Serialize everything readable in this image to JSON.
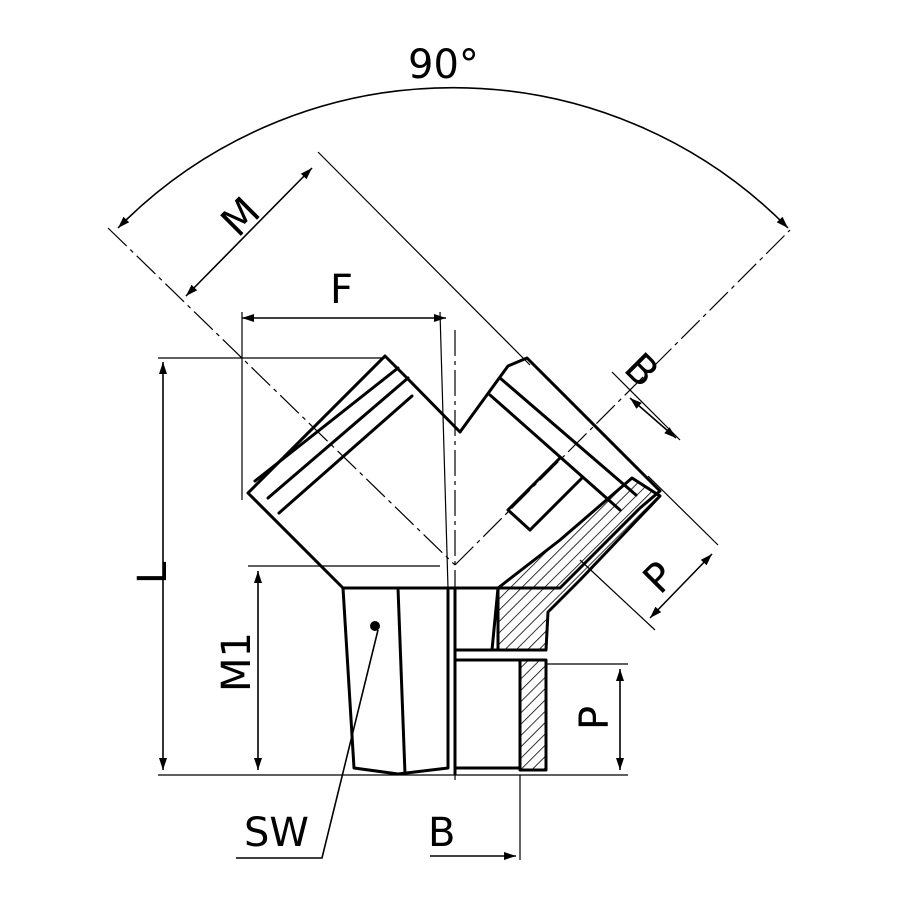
{
  "diagram": {
    "labels": {
      "angle": "90°",
      "M": "M",
      "F": "F",
      "L": "L",
      "M1": "M1",
      "SW": "SW",
      "B_bottom": "B",
      "B_side": "B",
      "P_side": "P",
      "P_bottom": "P"
    },
    "colors": {
      "line": "#000000",
      "background": "#ffffff"
    }
  }
}
